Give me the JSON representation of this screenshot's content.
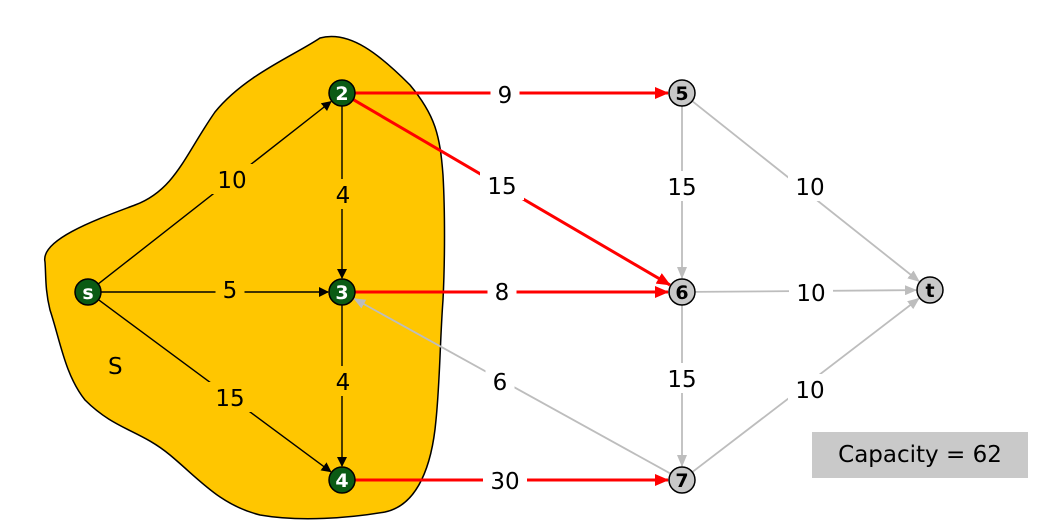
{
  "set_label": "S",
  "capacity_text": "Capacity = 62",
  "colors": {
    "cut_region": "#ffc600",
    "source_side_node": "#0b5b14",
    "sink_side_node": "#c8c8c8",
    "cut_edge": "#ff0000",
    "inner_edge": "#000000",
    "outer_edge": "#bdbdbd"
  },
  "nodes": [
    {
      "id": "s",
      "label": "s",
      "side": "S"
    },
    {
      "id": "2",
      "label": "2",
      "side": "S"
    },
    {
      "id": "3",
      "label": "3",
      "side": "S"
    },
    {
      "id": "4",
      "label": "4",
      "side": "S"
    },
    {
      "id": "5",
      "label": "5",
      "side": "T"
    },
    {
      "id": "6",
      "label": "6",
      "side": "T"
    },
    {
      "id": "7",
      "label": "7",
      "side": "T"
    },
    {
      "id": "t",
      "label": "t",
      "side": "T"
    }
  ],
  "edges": [
    {
      "from": "s",
      "to": "2",
      "capacity": "10",
      "kind": "inner"
    },
    {
      "from": "s",
      "to": "3",
      "capacity": "5",
      "kind": "inner"
    },
    {
      "from": "s",
      "to": "4",
      "capacity": "15",
      "kind": "inner"
    },
    {
      "from": "2",
      "to": "3",
      "capacity": "4",
      "kind": "inner"
    },
    {
      "from": "3",
      "to": "4",
      "capacity": "4",
      "kind": "inner"
    },
    {
      "from": "2",
      "to": "5",
      "capacity": "9",
      "kind": "cut"
    },
    {
      "from": "2",
      "to": "6",
      "capacity": "15",
      "kind": "cut"
    },
    {
      "from": "3",
      "to": "6",
      "capacity": "8",
      "kind": "cut"
    },
    {
      "from": "4",
      "to": "7",
      "capacity": "30",
      "kind": "cut"
    },
    {
      "from": "7",
      "to": "3",
      "capacity": "6",
      "kind": "outer"
    },
    {
      "from": "5",
      "to": "6",
      "capacity": "15",
      "kind": "outer"
    },
    {
      "from": "6",
      "to": "7",
      "capacity": "15",
      "kind": "outer"
    },
    {
      "from": "5",
      "to": "t",
      "capacity": "10",
      "kind": "outer"
    },
    {
      "from": "6",
      "to": "t",
      "capacity": "10",
      "kind": "outer"
    },
    {
      "from": "7",
      "to": "t",
      "capacity": "10",
      "kind": "outer"
    }
  ]
}
